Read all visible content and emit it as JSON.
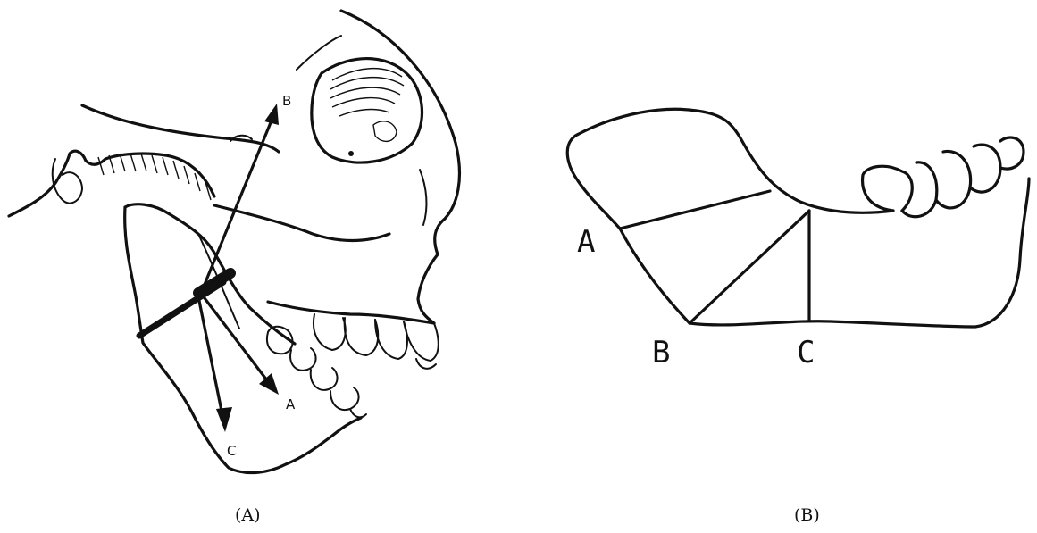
{
  "panel_a": {
    "caption": "(A)",
    "labels": {
      "a": "A",
      "b": "B",
      "c": "C"
    }
  },
  "panel_b": {
    "caption": "(B)",
    "labels": {
      "a": "A",
      "b": "B",
      "c": "C"
    }
  }
}
